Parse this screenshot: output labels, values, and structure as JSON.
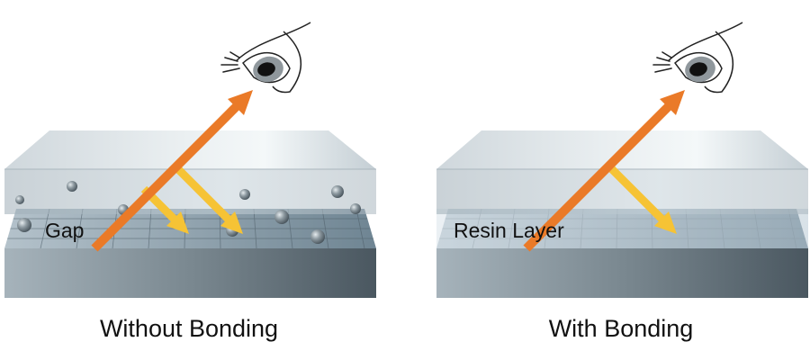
{
  "panels": [
    {
      "caption": "Without Bonding",
      "layer_label": "Gap"
    },
    {
      "caption": "With Bonding",
      "layer_label": "Resin Layer"
    }
  ],
  "icons": [
    "eye-icon",
    "light-ray-arrow"
  ],
  "colors": {
    "incoming_ray": "#ea7a28",
    "reflection_ray": "#f6c335",
    "cover_glass": "#bccad3",
    "panel_base": "#5f6b74",
    "resin": "#d7e2ea"
  }
}
